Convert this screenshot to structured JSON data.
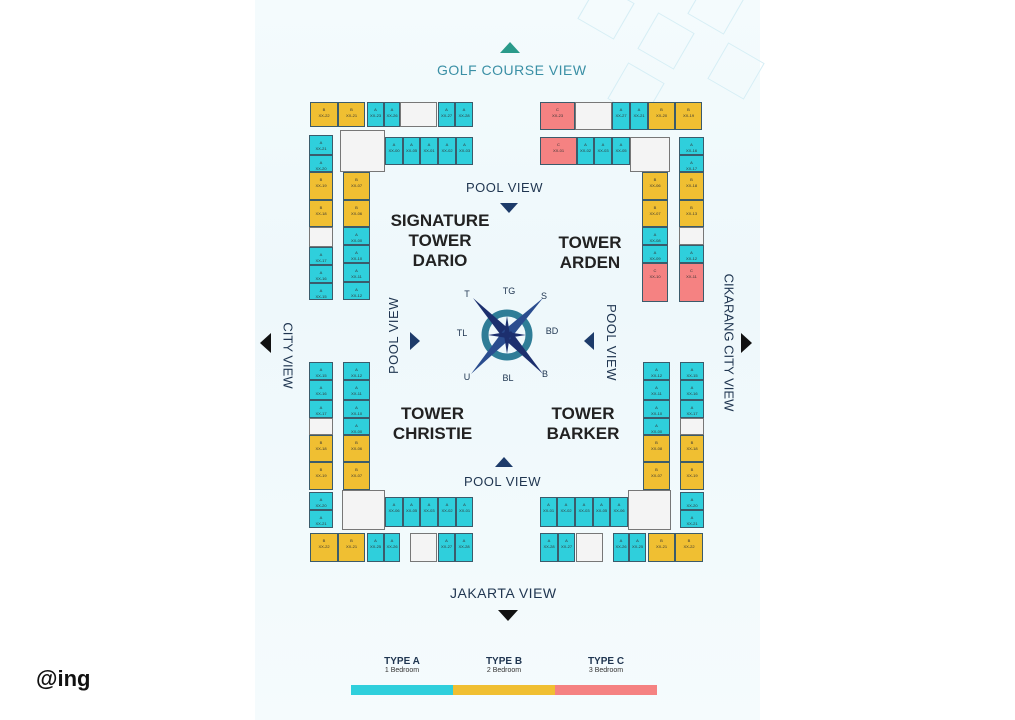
{
  "views": {
    "north": "GOLF COURSE VIEW",
    "south": "JAKARTA VIEW",
    "west": "CITY VIEW",
    "east": "CIKARANG CITY VIEW",
    "pool": "POOL VIEW"
  },
  "towers": {
    "dario": {
      "name_lines": [
        "SIGNATURE",
        "TOWER",
        "DARIO"
      ],
      "units": [
        [
          "B",
          "XX-22"
        ],
        [
          "B",
          "XX-21"
        ],
        [
          "A",
          "XX-23"
        ],
        [
          "A",
          "XX-26"
        ],
        [
          "A",
          "XX-27"
        ],
        [
          "A",
          "XX-28"
        ],
        [
          "A",
          "XX-00"
        ],
        [
          "A",
          "XX-05"
        ],
        [
          "A",
          "XX-01"
        ],
        [
          "A",
          "XX-02"
        ],
        [
          "A",
          "XX-03"
        ],
        [
          "A",
          "XX-21"
        ],
        [
          "A",
          "XX-20"
        ],
        [
          "B",
          "XX-19"
        ],
        [
          "B",
          "XX-18"
        ],
        [
          "A",
          "XX-17"
        ],
        [
          "A",
          "XX-16"
        ],
        [
          "A",
          "XX-15"
        ],
        [
          "B",
          "XX-07"
        ],
        [
          "B",
          "XX-06"
        ],
        [
          "A",
          "XX-00"
        ],
        [
          "A",
          "XX-10"
        ],
        [
          "A",
          "XX-11"
        ],
        [
          "A",
          "XX-12"
        ]
      ]
    },
    "arden": {
      "name_lines": [
        "TOWER",
        "ARDEN"
      ],
      "units": [
        [
          "C",
          "XX-23"
        ],
        [
          "A",
          "XX-27"
        ],
        [
          "A",
          "XX-21"
        ],
        [
          "B",
          "XX-20"
        ],
        [
          "B",
          "XX-19"
        ],
        [
          "C",
          "XX-01"
        ],
        [
          "A",
          "XX-02"
        ],
        [
          "A",
          "XX-03"
        ],
        [
          "A",
          "XX-05"
        ],
        [
          "A",
          "XX-16"
        ],
        [
          "A",
          "XX-17"
        ],
        [
          "B",
          "XX-18"
        ],
        [
          "B",
          "XX-13"
        ],
        [
          "A",
          "XX-12"
        ],
        [
          "C",
          "XX-11"
        ],
        [
          "B",
          "XX-06"
        ],
        [
          "B",
          "XX-07"
        ],
        [
          "A",
          "XX-08"
        ],
        [
          "A",
          "XX-09"
        ],
        [
          "C",
          "XX-10"
        ]
      ]
    },
    "christie": {
      "name_lines": [
        "TOWER",
        "CHRISTIE"
      ],
      "units": [
        [
          "A",
          "XX-15"
        ],
        [
          "A",
          "XX-16"
        ],
        [
          "A",
          "XX-17"
        ],
        [
          "B",
          "XX-18"
        ],
        [
          "B",
          "XX-19"
        ],
        [
          "A",
          "XX-20"
        ],
        [
          "A",
          "XX-21"
        ],
        [
          "A",
          "XX-12"
        ],
        [
          "A",
          "XX-11"
        ],
        [
          "A",
          "XX-10"
        ],
        [
          "A",
          "XX-00"
        ],
        [
          "B",
          "XX-06"
        ],
        [
          "B",
          "XX-07"
        ],
        [
          "A",
          "XX-06"
        ],
        [
          "A",
          "XX-05"
        ],
        [
          "A",
          "XX-03"
        ],
        [
          "A",
          "XX-02"
        ],
        [
          "A",
          "XX-01"
        ],
        [
          "B",
          "XX-22"
        ],
        [
          "B",
          "XX-21"
        ],
        [
          "A",
          "XX-25"
        ],
        [
          "A",
          "XX-26"
        ],
        [
          "A",
          "XX-27"
        ],
        [
          "A",
          "XX-28"
        ]
      ]
    },
    "barker": {
      "name_lines": [
        "TOWER",
        "BARKER"
      ],
      "units": [
        [
          "A",
          "XX-15"
        ],
        [
          "A",
          "XX-16"
        ],
        [
          "A",
          "XX-17"
        ],
        [
          "B",
          "XX-18"
        ],
        [
          "B",
          "XX-19"
        ],
        [
          "A",
          "XX-20"
        ],
        [
          "A",
          "XX-21"
        ],
        [
          "A",
          "XX-12"
        ],
        [
          "A",
          "XX-11"
        ],
        [
          "A",
          "XX-10"
        ],
        [
          "A",
          "XX-00"
        ],
        [
          "B",
          "XX-08"
        ],
        [
          "B",
          "XX-07"
        ],
        [
          "A",
          "XX-06"
        ],
        [
          "A",
          "XX-05"
        ],
        [
          "A",
          "XX-03"
        ],
        [
          "A",
          "XX-02"
        ],
        [
          "A",
          "XX-01"
        ],
        [
          "B",
          "XX-22"
        ],
        [
          "B",
          "XX-21"
        ],
        [
          "A",
          "XX-25"
        ],
        [
          "A",
          "XX-26"
        ],
        [
          "A",
          "XX-27"
        ],
        [
          "A",
          "XX-28"
        ]
      ]
    }
  },
  "compass": {
    "labels": [
      "T",
      "TG",
      "S",
      "BD",
      "B",
      "BL",
      "U",
      "TL"
    ]
  },
  "legend": [
    {
      "type": "TYPE A",
      "desc": "1 Bedroom",
      "color": "#2fcfdc"
    },
    {
      "type": "TYPE B",
      "desc": "2 Bedroom",
      "color": "#f0bf32"
    },
    {
      "type": "TYPE C",
      "desc": "3 Bedroom",
      "color": "#f58282"
    }
  ],
  "colors": {
    "A": "#2fcfdc",
    "B": "#f0bf32",
    "C": "#f58282"
  },
  "watermark": "@ing"
}
